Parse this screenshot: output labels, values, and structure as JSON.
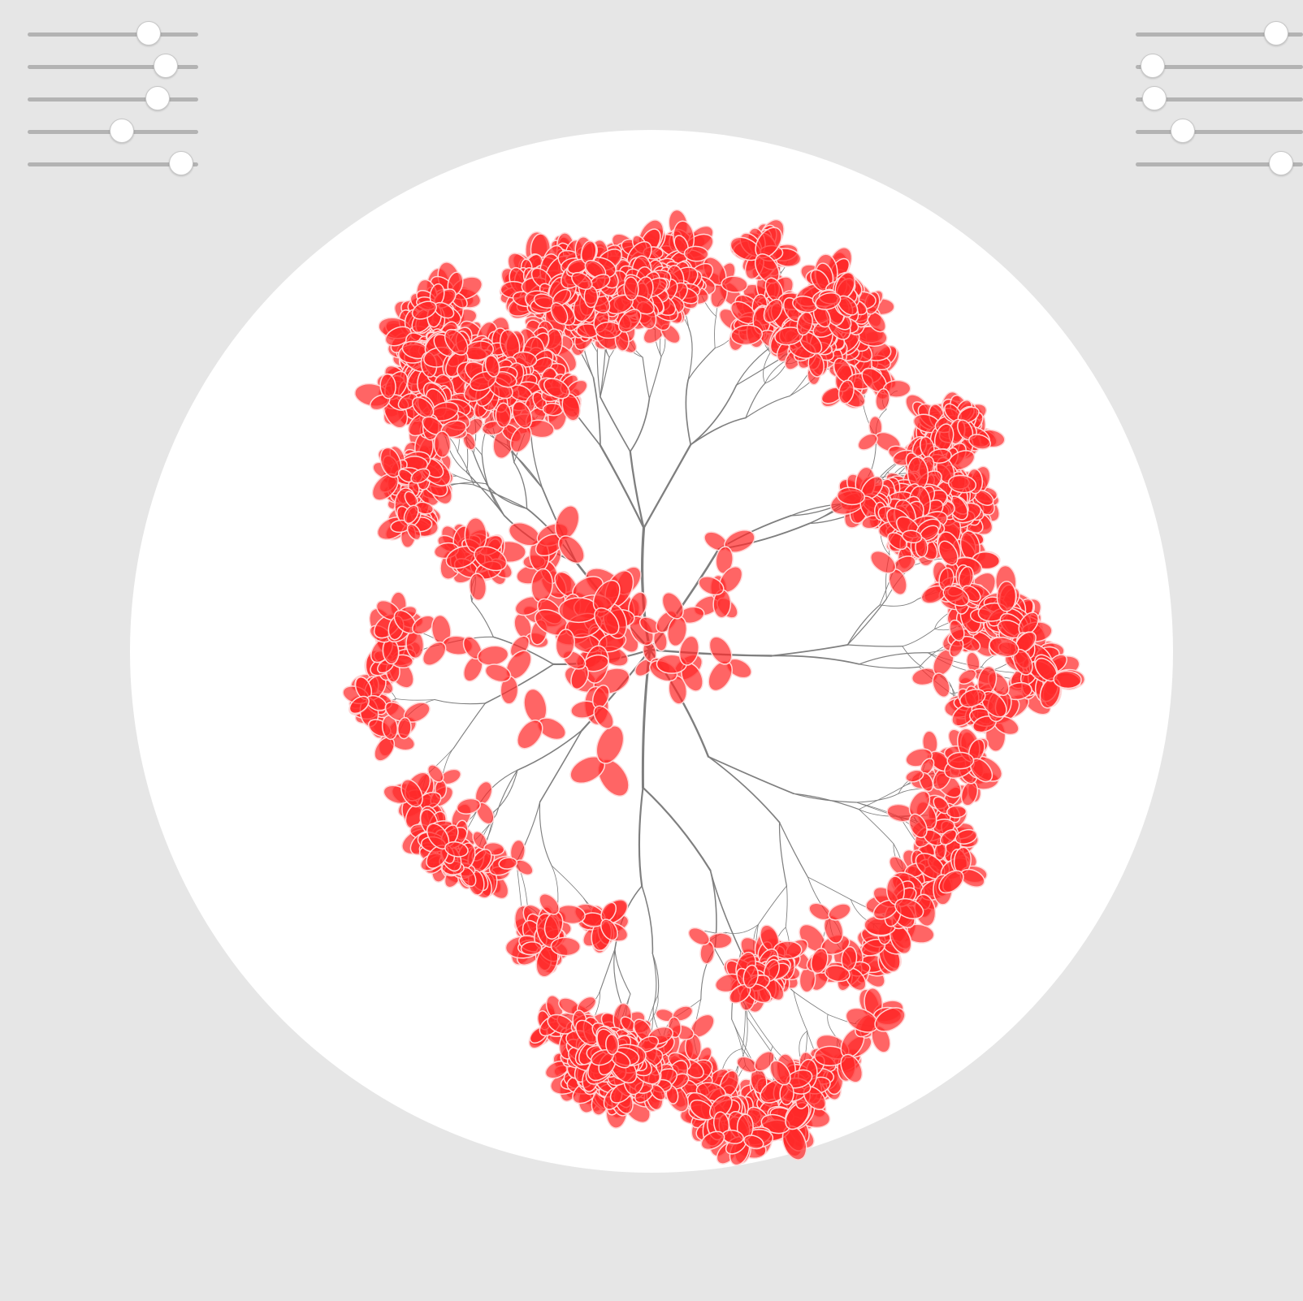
{
  "sliders": {
    "left": [
      {
        "name": "param-1",
        "value": 0.71
      },
      {
        "name": "param-2",
        "value": 0.81
      },
      {
        "name": "param-3",
        "value": 0.76
      },
      {
        "name": "param-4",
        "value": 0.55
      },
      {
        "name": "param-5",
        "value": 0.9
      }
    ],
    "right": [
      {
        "name": "param-6",
        "value": 0.84
      },
      {
        "name": "param-7",
        "value": 0.1
      },
      {
        "name": "param-8",
        "value": 0.11
      },
      {
        "name": "param-9",
        "value": 0.28
      },
      {
        "name": "param-10",
        "value": 0.87
      }
    ]
  },
  "colors": {
    "background": "#e6e6e6",
    "disc": "#ffffff",
    "branch": "#7f7f7f",
    "petal": "#ff2a2a",
    "petal_outline": "#ffd6d6",
    "slider_track": "#b3b3b3",
    "slider_thumb": "#ffffff"
  },
  "scene": {
    "type": "generative-tree",
    "random_seed": 7
  }
}
